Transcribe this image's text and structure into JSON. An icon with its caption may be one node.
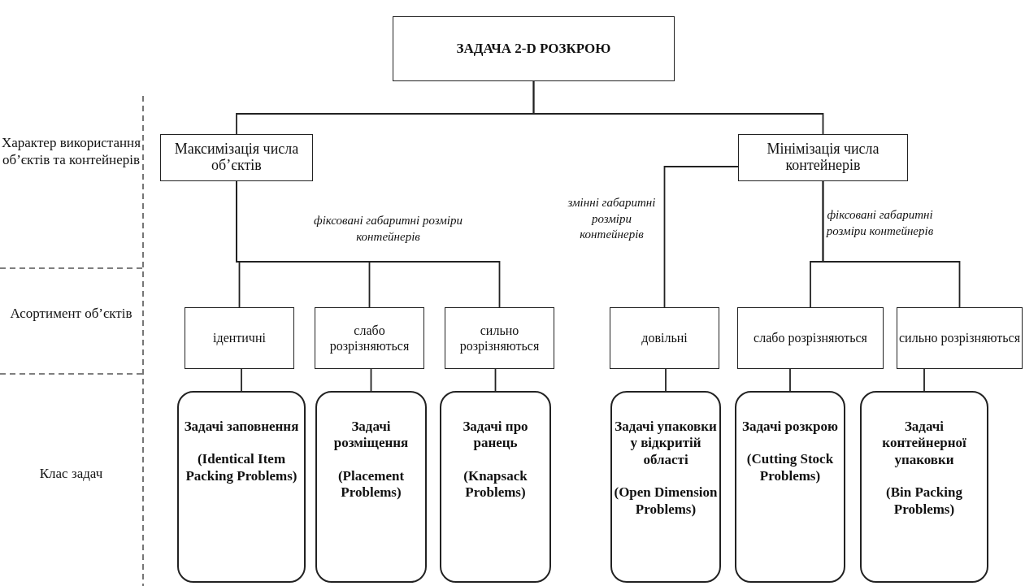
{
  "diagram": {
    "nodes": [
      {
        "text": [
          "ЗАДАЧА 2-D РОЗКРОЮ"
        ]
      },
      {
        "text": [
          "Максимізація числа об’єктів"
        ]
      },
      {
        "text": [
          "Мінімізація числа контейнерів"
        ]
      },
      {
        "text": [
          "ідентичні"
        ]
      },
      {
        "text": [
          "слабо розрізняються"
        ]
      },
      {
        "text": [
          "сильно розрізняються"
        ]
      },
      {
        "text": [
          "довільні"
        ]
      },
      {
        "text": [
          "слабо розрізняються"
        ]
      },
      {
        "text": [
          "сильно розрізняються"
        ]
      },
      {
        "text": [
          "Задачі заповнення",
          "(Identical Item Packing Problems)"
        ]
      },
      {
        "text": [
          "Задачі розміщення",
          "(Placement Problems)"
        ]
      },
      {
        "text": [
          "Задачі про ранець",
          "(Knapsack Problems)"
        ]
      },
      {
        "text": [
          "Задачі упаковки у відкритій області",
          "(Open Dimension Problems)"
        ]
      },
      {
        "text": [
          "Задачі розкрою",
          "(Cutting Stock Problems)"
        ]
      },
      {
        "text": [
          "Задачі контейнерної упаковки",
          "(Bin Packing Problems)"
        ]
      }
    ],
    "edges": [
      {
        "from": 0,
        "to": 1,
        "arrow": "none"
      },
      {
        "from": 0,
        "to": 2,
        "arrow": "none"
      },
      {
        "from": 1,
        "to": 3,
        "arrow": "none"
      },
      {
        "from": 1,
        "to": 4,
        "arrow": "none"
      },
      {
        "from": 1,
        "to": 5,
        "arrow": "none"
      },
      {
        "from": 2,
        "to": 6,
        "arrow": "none"
      },
      {
        "from": 2,
        "to": 7,
        "arrow": "none"
      },
      {
        "from": 2,
        "to": 8,
        "arrow": "none"
      },
      {
        "from": 3,
        "to": 9,
        "arrow": "none"
      },
      {
        "from": 4,
        "to": 10,
        "arrow": "none"
      },
      {
        "from": 5,
        "to": 11,
        "arrow": "none"
      },
      {
        "from": 6,
        "to": 12,
        "arrow": "none"
      },
      {
        "from": 7,
        "to": 13,
        "arrow": "none"
      },
      {
        "from": 8,
        "to": 14,
        "arrow": "none"
      }
    ],
    "labels": [
      "Характер використання об’єктів та контейнерів",
      "фіксовані габаритні розміри контейнерів",
      "змінні габаритні розміри контейнерів",
      "фіксовані габаритні розміри контейнерів",
      "Асортимент об’єктів",
      "Клас задач"
    ]
  }
}
